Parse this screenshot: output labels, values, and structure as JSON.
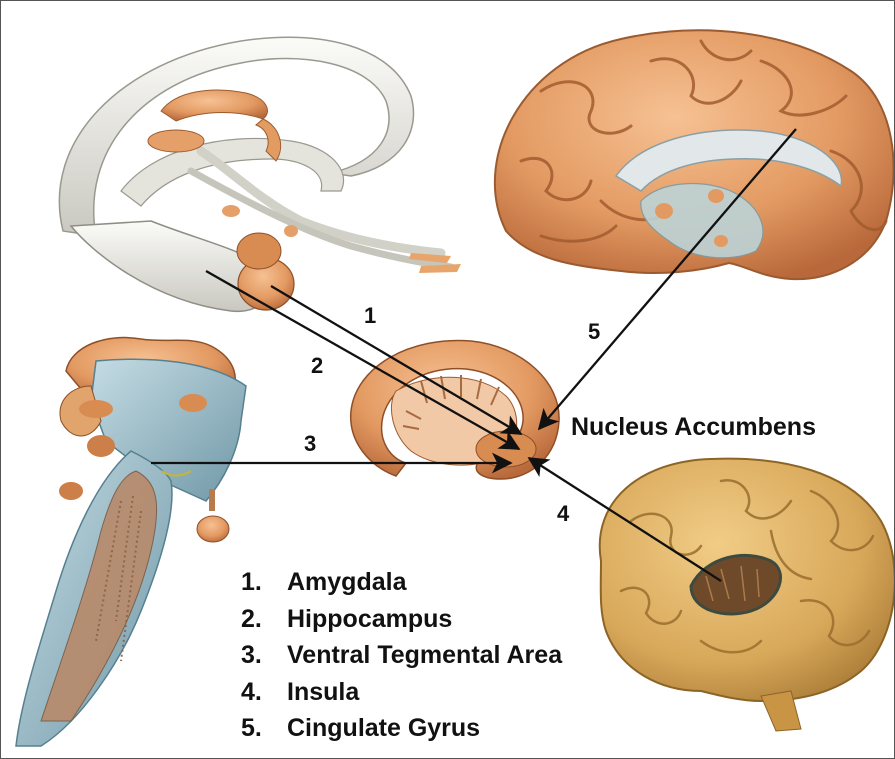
{
  "target_label": "Nucleus Accumbens",
  "arrows": [
    {
      "number": "1",
      "source": "Amygdala"
    },
    {
      "number": "2",
      "source": "Hippocampus"
    },
    {
      "number": "3",
      "source": "Ventral Tegmental Area"
    },
    {
      "number": "4",
      "source": "Insula"
    },
    {
      "number": "5",
      "source": "Cingulate Gyrus"
    }
  ],
  "legend": [
    {
      "number": "1.",
      "label": "Amygdala"
    },
    {
      "number": "2.",
      "label": "Hippocampus"
    },
    {
      "number": "3.",
      "label": "Ventral Tegmental Area"
    },
    {
      "number": "4.",
      "label": "Insula"
    },
    {
      "number": "5.",
      "label": "Cingulate Gyrus"
    }
  ],
  "colors": {
    "brain_orange": "#e39a62",
    "brain_highlight": "#f3b98a",
    "brain_shadow": "#b8683a",
    "brain_tan": "#d8a85a",
    "limbic_white": "#e9e8e2",
    "brainstem_blue": "#8fb2bf",
    "arrow": "#111111"
  }
}
